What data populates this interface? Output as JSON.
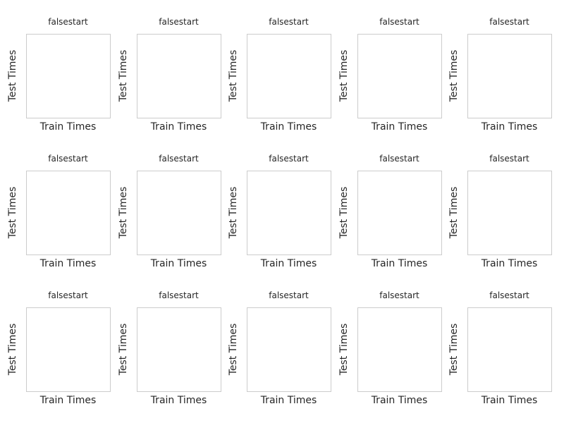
{
  "chart_data": [
    {
      "type": "scatter",
      "title": "falsestart",
      "xlabel": "Train Times",
      "ylabel": "Test Times",
      "series": [],
      "grid": false
    },
    {
      "type": "scatter",
      "title": "falsestart",
      "xlabel": "Train Times",
      "ylabel": "Test Times",
      "series": [],
      "grid": false
    },
    {
      "type": "scatter",
      "title": "falsestart",
      "xlabel": "Train Times",
      "ylabel": "Test Times",
      "series": [],
      "grid": false
    },
    {
      "type": "scatter",
      "title": "falsestart",
      "xlabel": "Train Times",
      "ylabel": "Test Times",
      "series": [],
      "grid": false
    },
    {
      "type": "scatter",
      "title": "falsestart",
      "xlabel": "Train Times",
      "ylabel": "Test Times",
      "series": [],
      "grid": false
    },
    {
      "type": "scatter",
      "title": "falsestart",
      "xlabel": "Train Times",
      "ylabel": "Test Times",
      "series": [],
      "grid": false
    },
    {
      "type": "scatter",
      "title": "falsestart",
      "xlabel": "Train Times",
      "ylabel": "Test Times",
      "series": [],
      "grid": false
    },
    {
      "type": "scatter",
      "title": "falsestart",
      "xlabel": "Train Times",
      "ylabel": "Test Times",
      "series": [],
      "grid": false
    },
    {
      "type": "scatter",
      "title": "falsestart",
      "xlabel": "Train Times",
      "ylabel": "Test Times",
      "series": [],
      "grid": false
    },
    {
      "type": "scatter",
      "title": "falsestart",
      "xlabel": "Train Times",
      "ylabel": "Test Times",
      "series": [],
      "grid": false
    },
    {
      "type": "scatter",
      "title": "falsestart",
      "xlabel": "Train Times",
      "ylabel": "Test Times",
      "series": [],
      "grid": false
    },
    {
      "type": "scatter",
      "title": "falsestart",
      "xlabel": "Train Times",
      "ylabel": "Test Times",
      "series": [],
      "grid": false
    },
    {
      "type": "scatter",
      "title": "falsestart",
      "xlabel": "Train Times",
      "ylabel": "Test Times",
      "series": [],
      "grid": false
    },
    {
      "type": "scatter",
      "title": "falsestart",
      "xlabel": "Train Times",
      "ylabel": "Test Times",
      "series": [],
      "grid": false
    },
    {
      "type": "scatter",
      "title": "falsestart",
      "xlabel": "Train Times",
      "ylabel": "Test Times",
      "series": [],
      "grid": false
    }
  ],
  "colors": {
    "background": "#ffffff",
    "spine": "#cccccc",
    "text": "#262626"
  }
}
